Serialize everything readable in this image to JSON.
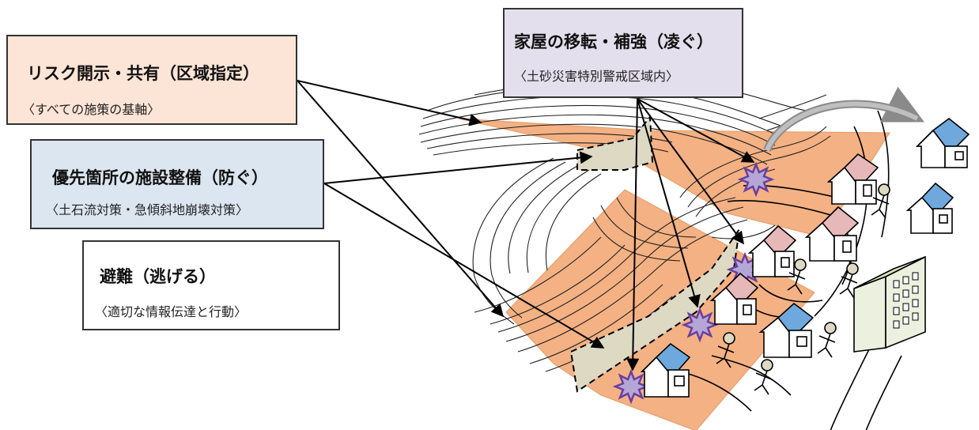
{
  "boxes": {
    "risk": {
      "title": "リスク開示・共有（区域指定）",
      "subtitle": "〈すべての施策の基軸〉",
      "color": "#fce4d6"
    },
    "facility": {
      "title": "優先箇所の施設整備（防ぐ）",
      "subtitle": "〈土石流対策・急傾斜地崩壊対策〉",
      "color": "#dce6f1"
    },
    "evacuation": {
      "title": "避難（逃げる）",
      "subtitle": "〈適切な情報伝達と行動〉",
      "color": "#ffffff"
    },
    "relocation": {
      "title": "家屋の移転・補強（凌ぐ）",
      "subtitle": "〈土砂災害特別警戒区域内〉",
      "color": "#e4dfec"
    }
  },
  "colors": {
    "hazard_zone": "#f4b183",
    "facility_structure": "#ddd9c3",
    "impact_star": "#b4a7d6",
    "house_roof_pink": "#e6b8b7",
    "house_roof_blue": "#6fa8dc",
    "building": "#ebf1de"
  },
  "icons": [
    "house-icon",
    "person-fleeing-icon",
    "impact-star-icon",
    "building-icon",
    "relocation-arrow-icon"
  ]
}
